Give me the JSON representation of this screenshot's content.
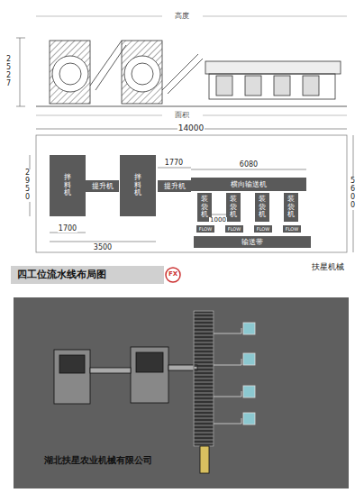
{
  "diagram": {
    "caption": "四工位流水线布局图",
    "nodes": [
      {
        "text": [
          "拌料机"
        ]
      },
      {
        "text": [
          "提升机"
        ]
      },
      {
        "text": [
          "拌料机"
        ]
      },
      {
        "text": [
          "提升机"
        ]
      },
      {
        "text": [
          "横向输送机"
        ]
      },
      {
        "text": [
          "装袋机"
        ]
      },
      {
        "text": [
          "装袋机"
        ]
      },
      {
        "text": [
          "装袋机"
        ]
      },
      {
        "text": [
          "装袋机"
        ]
      },
      {
        "text": [
          "FLOW"
        ]
      },
      {
        "text": [
          "FLOW"
        ]
      },
      {
        "text": [
          "FLOW"
        ]
      },
      {
        "text": [
          "FLOW"
        ]
      },
      {
        "text": [
          "输送带"
        ]
      }
    ],
    "labels": [
      "高度",
      "2527",
      "面积",
      "14000",
      "2950",
      "1770",
      "6080",
      "5600",
      "1000",
      "1700",
      "3500",
      "扶星机械",
      "FX",
      "湖北扶星农业机械有限公司"
    ]
  }
}
